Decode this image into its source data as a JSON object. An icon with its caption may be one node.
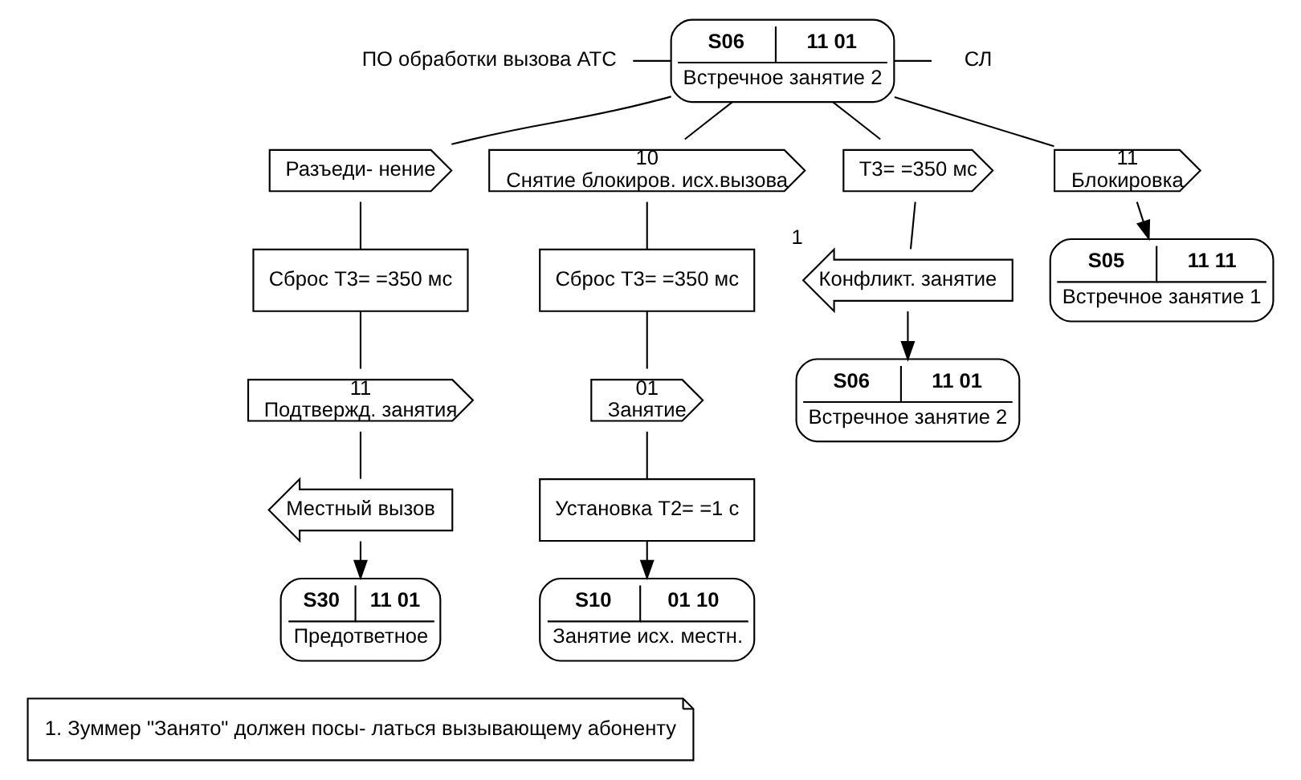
{
  "diagram": {
    "nodes": [
      {
        "text": [
          "ПО обработки вызова АТС"
        ]
      },
      {
        "text": [
          "S06",
          "11 01",
          "Встречное занятие 2"
        ]
      },
      {
        "text": [
          "СЛ"
        ]
      },
      {
        "text": [
          "Разъеди- нение"
        ]
      },
      {
        "text": [
          "10",
          "Снятие блокиров. исх.вызова"
        ]
      },
      {
        "text": [
          "Т3= =350 мс"
        ]
      },
      {
        "text": [
          "11",
          "Блокировка"
        ]
      },
      {
        "text": [
          "Сброс Т3= =350 мс"
        ]
      },
      {
        "text": [
          "11",
          "Подтвержд. занятия"
        ]
      },
      {
        "text": [
          "Местный вызов"
        ]
      },
      {
        "text": [
          "S30",
          "11 01",
          "Предответное"
        ]
      },
      {
        "text": [
          "Сброс Т3= =350 мс"
        ]
      },
      {
        "text": [
          "01",
          "Занятие"
        ]
      },
      {
        "text": [
          "Установка Т2= =1 с"
        ]
      },
      {
        "text": [
          "S10",
          "01 10",
          "Занятие исх. местн."
        ]
      },
      {
        "text": [
          "Конфликт. занятие"
        ],
        "beside": [
          "1"
        ]
      },
      {
        "text": [
          "S06",
          "11 01",
          "Встречное занятие 2"
        ]
      },
      {
        "text": [
          "S05",
          "11 11",
          "Встречное занятие 1"
        ]
      },
      {
        "text": [
          "1. Зуммер \"Занято\" должен посы- латься вызывающему абоненту"
        ]
      }
    ],
    "edges": [
      {
        "from": 0,
        "to": 1,
        "arrow": "none"
      },
      {
        "from": 1,
        "to": 2,
        "arrow": "none"
      },
      {
        "from": 1,
        "to": 3,
        "arrow": "none"
      },
      {
        "from": 1,
        "to": 4,
        "arrow": "none"
      },
      {
        "from": 1,
        "to": 5,
        "arrow": "none"
      },
      {
        "from": 1,
        "to": 6,
        "arrow": "none"
      },
      {
        "from": 3,
        "to": 7,
        "arrow": "none"
      },
      {
        "from": 7,
        "to": 8,
        "arrow": "none"
      },
      {
        "from": 8,
        "to": 9,
        "arrow": "none"
      },
      {
        "from": 9,
        "to": 10,
        "arrow": "to"
      },
      {
        "from": 4,
        "to": 11,
        "arrow": "none"
      },
      {
        "from": 11,
        "to": 12,
        "arrow": "none"
      },
      {
        "from": 12,
        "to": 13,
        "arrow": "none"
      },
      {
        "from": 13,
        "to": 14,
        "arrow": "to"
      },
      {
        "from": 5,
        "to": 15,
        "arrow": "none"
      },
      {
        "from": 15,
        "to": 16,
        "arrow": "to"
      },
      {
        "from": 6,
        "to": 17,
        "arrow": "to"
      }
    ]
  }
}
